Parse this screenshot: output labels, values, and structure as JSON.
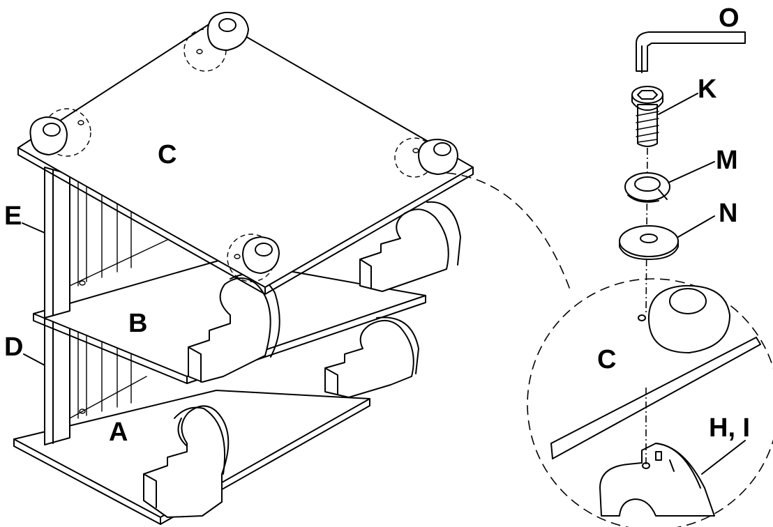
{
  "labels": {
    "top_shelf": "C",
    "middle_shelf": "B",
    "bottom_shelf": "A",
    "upper_side_panel": "E",
    "lower_side_panel": "D",
    "hex_key": "O",
    "screw": "K",
    "lock_washer": "M",
    "flat_washer": "N",
    "detail_shelf": "C",
    "detail_leg": "H, I"
  }
}
